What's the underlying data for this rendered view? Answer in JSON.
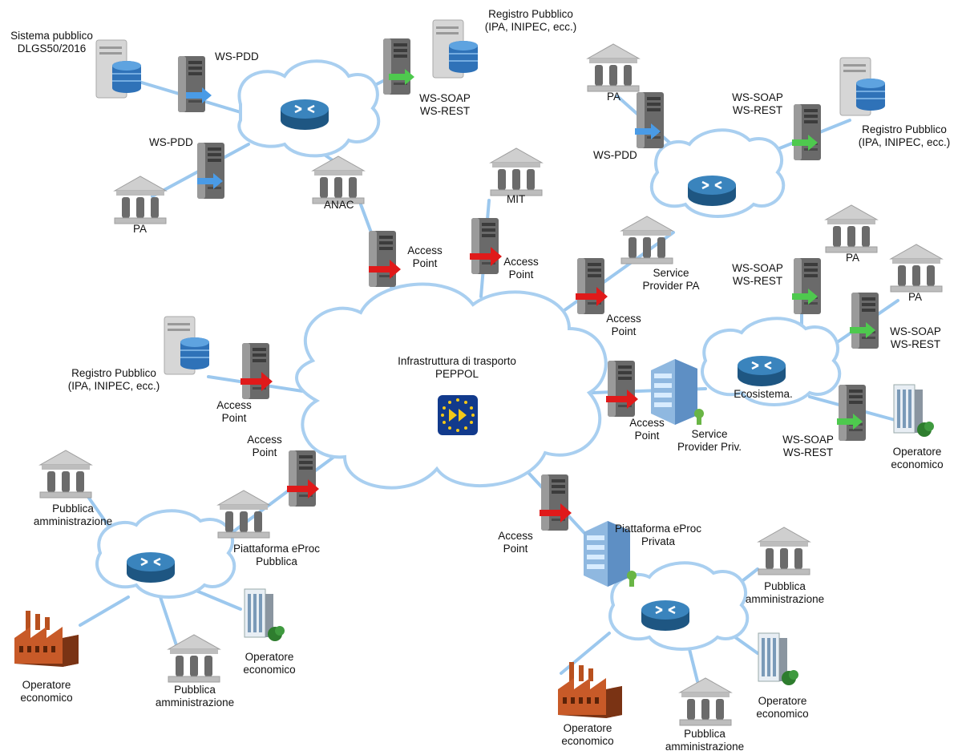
{
  "labels": {
    "sistema_pubblico": [
      "Sistema pubblico",
      "DLGS50/2016"
    ],
    "ws_pdd_top": "WS-PDD",
    "registro_top": [
      "Registro Pubblico",
      "(IPA, INIPEC, ecc.)"
    ],
    "ws_soap_rest_top": [
      "WS-SOAP",
      "WS-REST"
    ],
    "ws_pdd_left": "WS-PDD",
    "pa_left": "PA",
    "anac": "ANAC",
    "mit": "MIT",
    "ap_anac": [
      "Access",
      "Point"
    ],
    "ap_mit": [
      "Access",
      "Point"
    ],
    "pa_right_top": "PA",
    "ws_pdd_right": "WS-PDD",
    "ws_soap_rest_right_top": [
      "WS-SOAP",
      "WS-REST"
    ],
    "registro_right": [
      "Registro Pubblico",
      "(IPA, INIPEC, ecc.)"
    ],
    "service_provider_pa": [
      "Service",
      "Provider PA"
    ],
    "ap_sp_pa": [
      "Access",
      "Point"
    ],
    "ws_soap_rest_eco1": [
      "WS-SOAP",
      "WS-REST"
    ],
    "pa_eco1": "PA",
    "pa_eco2": "PA",
    "ws_soap_rest_eco2": [
      "WS-SOAP",
      "WS-REST"
    ],
    "ecosistema": "Ecosistema.",
    "ap_priv": [
      "Access",
      "Point"
    ],
    "service_provider_priv": [
      "Service",
      "Provider Priv."
    ],
    "ws_soap_rest_eco3": [
      "WS-SOAP",
      "WS-REST"
    ],
    "operatore_eco_right": [
      "Operatore",
      "economico"
    ],
    "registro_left": [
      "Registro Pubblico",
      "(IPA, INIPEC, ecc.)"
    ],
    "ap_registro_left": [
      "Access",
      "Point"
    ],
    "central_cloud": [
      "Infrastruttura di trasporto",
      "PEPPOL"
    ],
    "ap_eproc_pub": [
      "Access",
      "Point"
    ],
    "pubblica_amm_bl_top": [
      "Pubblica",
      "amministrazione"
    ],
    "piattaforma_pubblica": [
      "Piattaforma eProc",
      "Pubblica"
    ],
    "operatore_bl_factory": [
      "Operatore",
      "economico"
    ],
    "pubblica_amm_bl_bottom": [
      "Pubblica",
      "amministrazione"
    ],
    "operatore_bl_building": [
      "Operatore",
      "economico"
    ],
    "ap_eproc_priv": [
      "Access",
      "Point"
    ],
    "piattaforma_privata": [
      "Piattaforma eProc",
      "Privata"
    ],
    "pubblica_amm_br_top": [
      "Pubblica",
      "amministrazione"
    ],
    "operatore_br_building": [
      "Operatore",
      "economico"
    ],
    "operatore_br_factory": [
      "Operatore",
      "economico"
    ],
    "pubblica_amm_br_bottom": [
      "Pubblica",
      "amministrazione"
    ]
  },
  "colors": {
    "line": "#9cc8ee",
    "cloud_fill": "#ffffff",
    "cloud_stroke": "#a9cff0",
    "router": "#2f6f9e",
    "server": "#5c5c5c",
    "arrow_red": "#e01a1a",
    "arrow_green": "#4ec94e",
    "arrow_blue": "#4a9be6",
    "peppol_blue": "#123a8c",
    "peppol_yellow": "#f3c818"
  },
  "icons": [
    "server-icon",
    "database-server-icon",
    "router-icon",
    "bank-icon",
    "office-building-icon",
    "factory-icon",
    "peppol-logo-icon"
  ]
}
